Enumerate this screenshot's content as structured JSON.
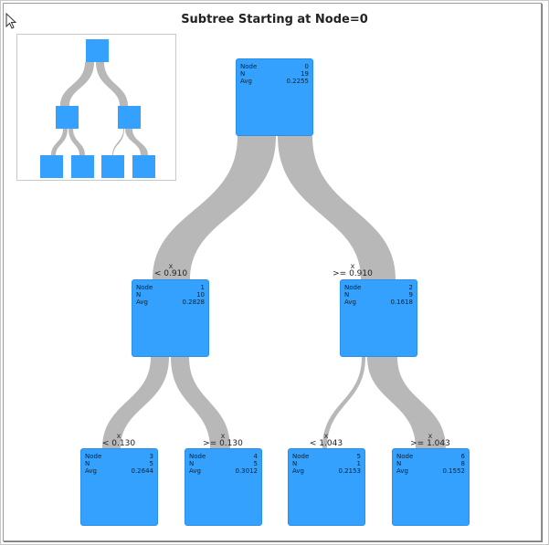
{
  "title": "Subtree Starting at Node=0",
  "colors": {
    "node_fill": "#33a1fd",
    "branch": "#b8b8b8",
    "frame": "#9a9a9a"
  },
  "labels": {
    "node": "Node",
    "n": "N",
    "avg": "Avg"
  },
  "nodes": [
    {
      "id": "0",
      "n": "19",
      "avg": "0.2255"
    },
    {
      "id": "1",
      "n": "10",
      "avg": "0.2828"
    },
    {
      "id": "2",
      "n": "9",
      "avg": "0.1618"
    },
    {
      "id": "3",
      "n": "5",
      "avg": "0.2644"
    },
    {
      "id": "4",
      "n": "5",
      "avg": "0.3012"
    },
    {
      "id": "5",
      "n": "1",
      "avg": "0.2153"
    },
    {
      "id": "6",
      "n": "8",
      "avg": "0.1552"
    }
  ],
  "splits": [
    {
      "child": "1",
      "variable": "x",
      "condition": "< 0.910"
    },
    {
      "child": "2",
      "variable": "x",
      "condition": ">= 0.910"
    },
    {
      "child": "3",
      "variable": "x",
      "condition": "< 0.130"
    },
    {
      "child": "4",
      "variable": "x",
      "condition": ">= 0.130"
    },
    {
      "child": "5",
      "variable": "x",
      "condition": "< 1.043"
    },
    {
      "child": "6",
      "variable": "x",
      "condition": ">= 1.043"
    }
  ],
  "overview": {
    "label": "overview-map"
  },
  "cursor": "arrow-cursor-icon"
}
